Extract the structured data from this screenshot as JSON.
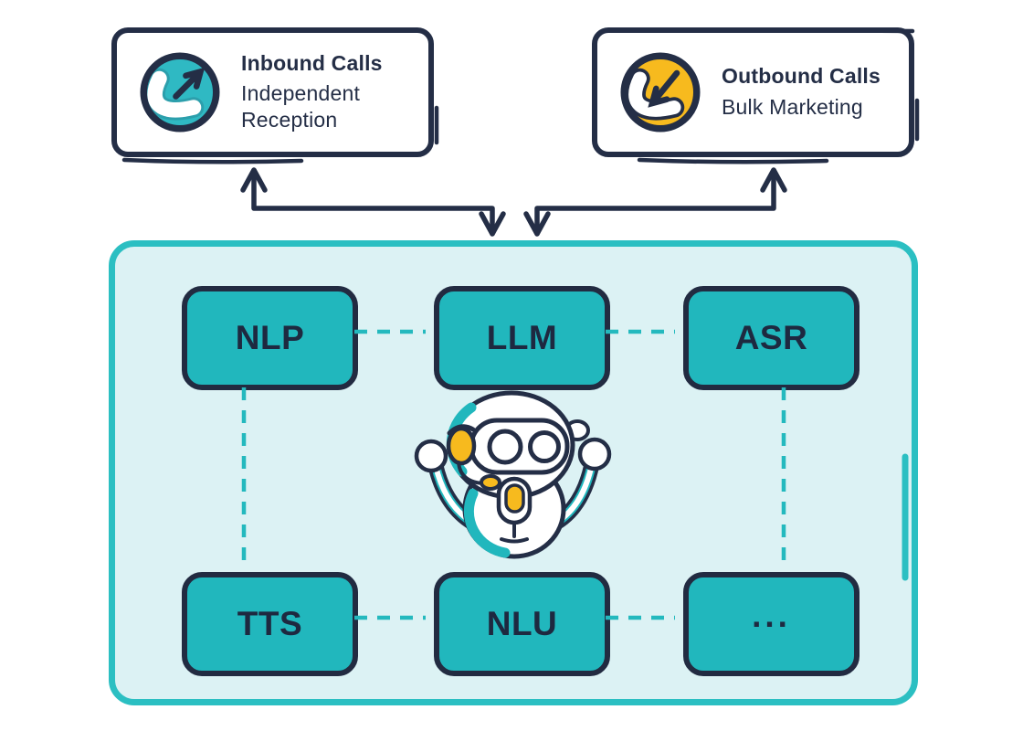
{
  "diagram_title": "voicebot-architecture",
  "call_cards": [
    {
      "title": "Inbound Calls",
      "subtitle": "Independent Reception",
      "icon": "phone-arrow-up-right-icon",
      "icon_bg": "#2FB9C3"
    },
    {
      "title": "Outbound Calls",
      "subtitle": "Bulk Marketing",
      "icon": "phone-arrow-down-left-icon",
      "icon_bg": "#F7BA1E"
    }
  ],
  "engine": {
    "modules": [
      {
        "label": "NLP"
      },
      {
        "label": "LLM"
      },
      {
        "label": "ASR"
      },
      {
        "label": "TTS"
      },
      {
        "label": "NLU"
      },
      {
        "label": "..."
      }
    ],
    "mascot": "voice-robot-mascot"
  },
  "connections": {
    "card_to_engine": "bidirectional-arrows",
    "module_links": "dashed-teal-lines"
  },
  "colors": {
    "navy": "#242E46",
    "module_teal": "#21B7BD",
    "icon_teal": "#2FB9C3",
    "icon_yellow": "#F7BA1E",
    "panel_bg": "#DCF2F4",
    "panel_border": "#2BBFC2",
    "dash_teal": "#24B9BE"
  }
}
